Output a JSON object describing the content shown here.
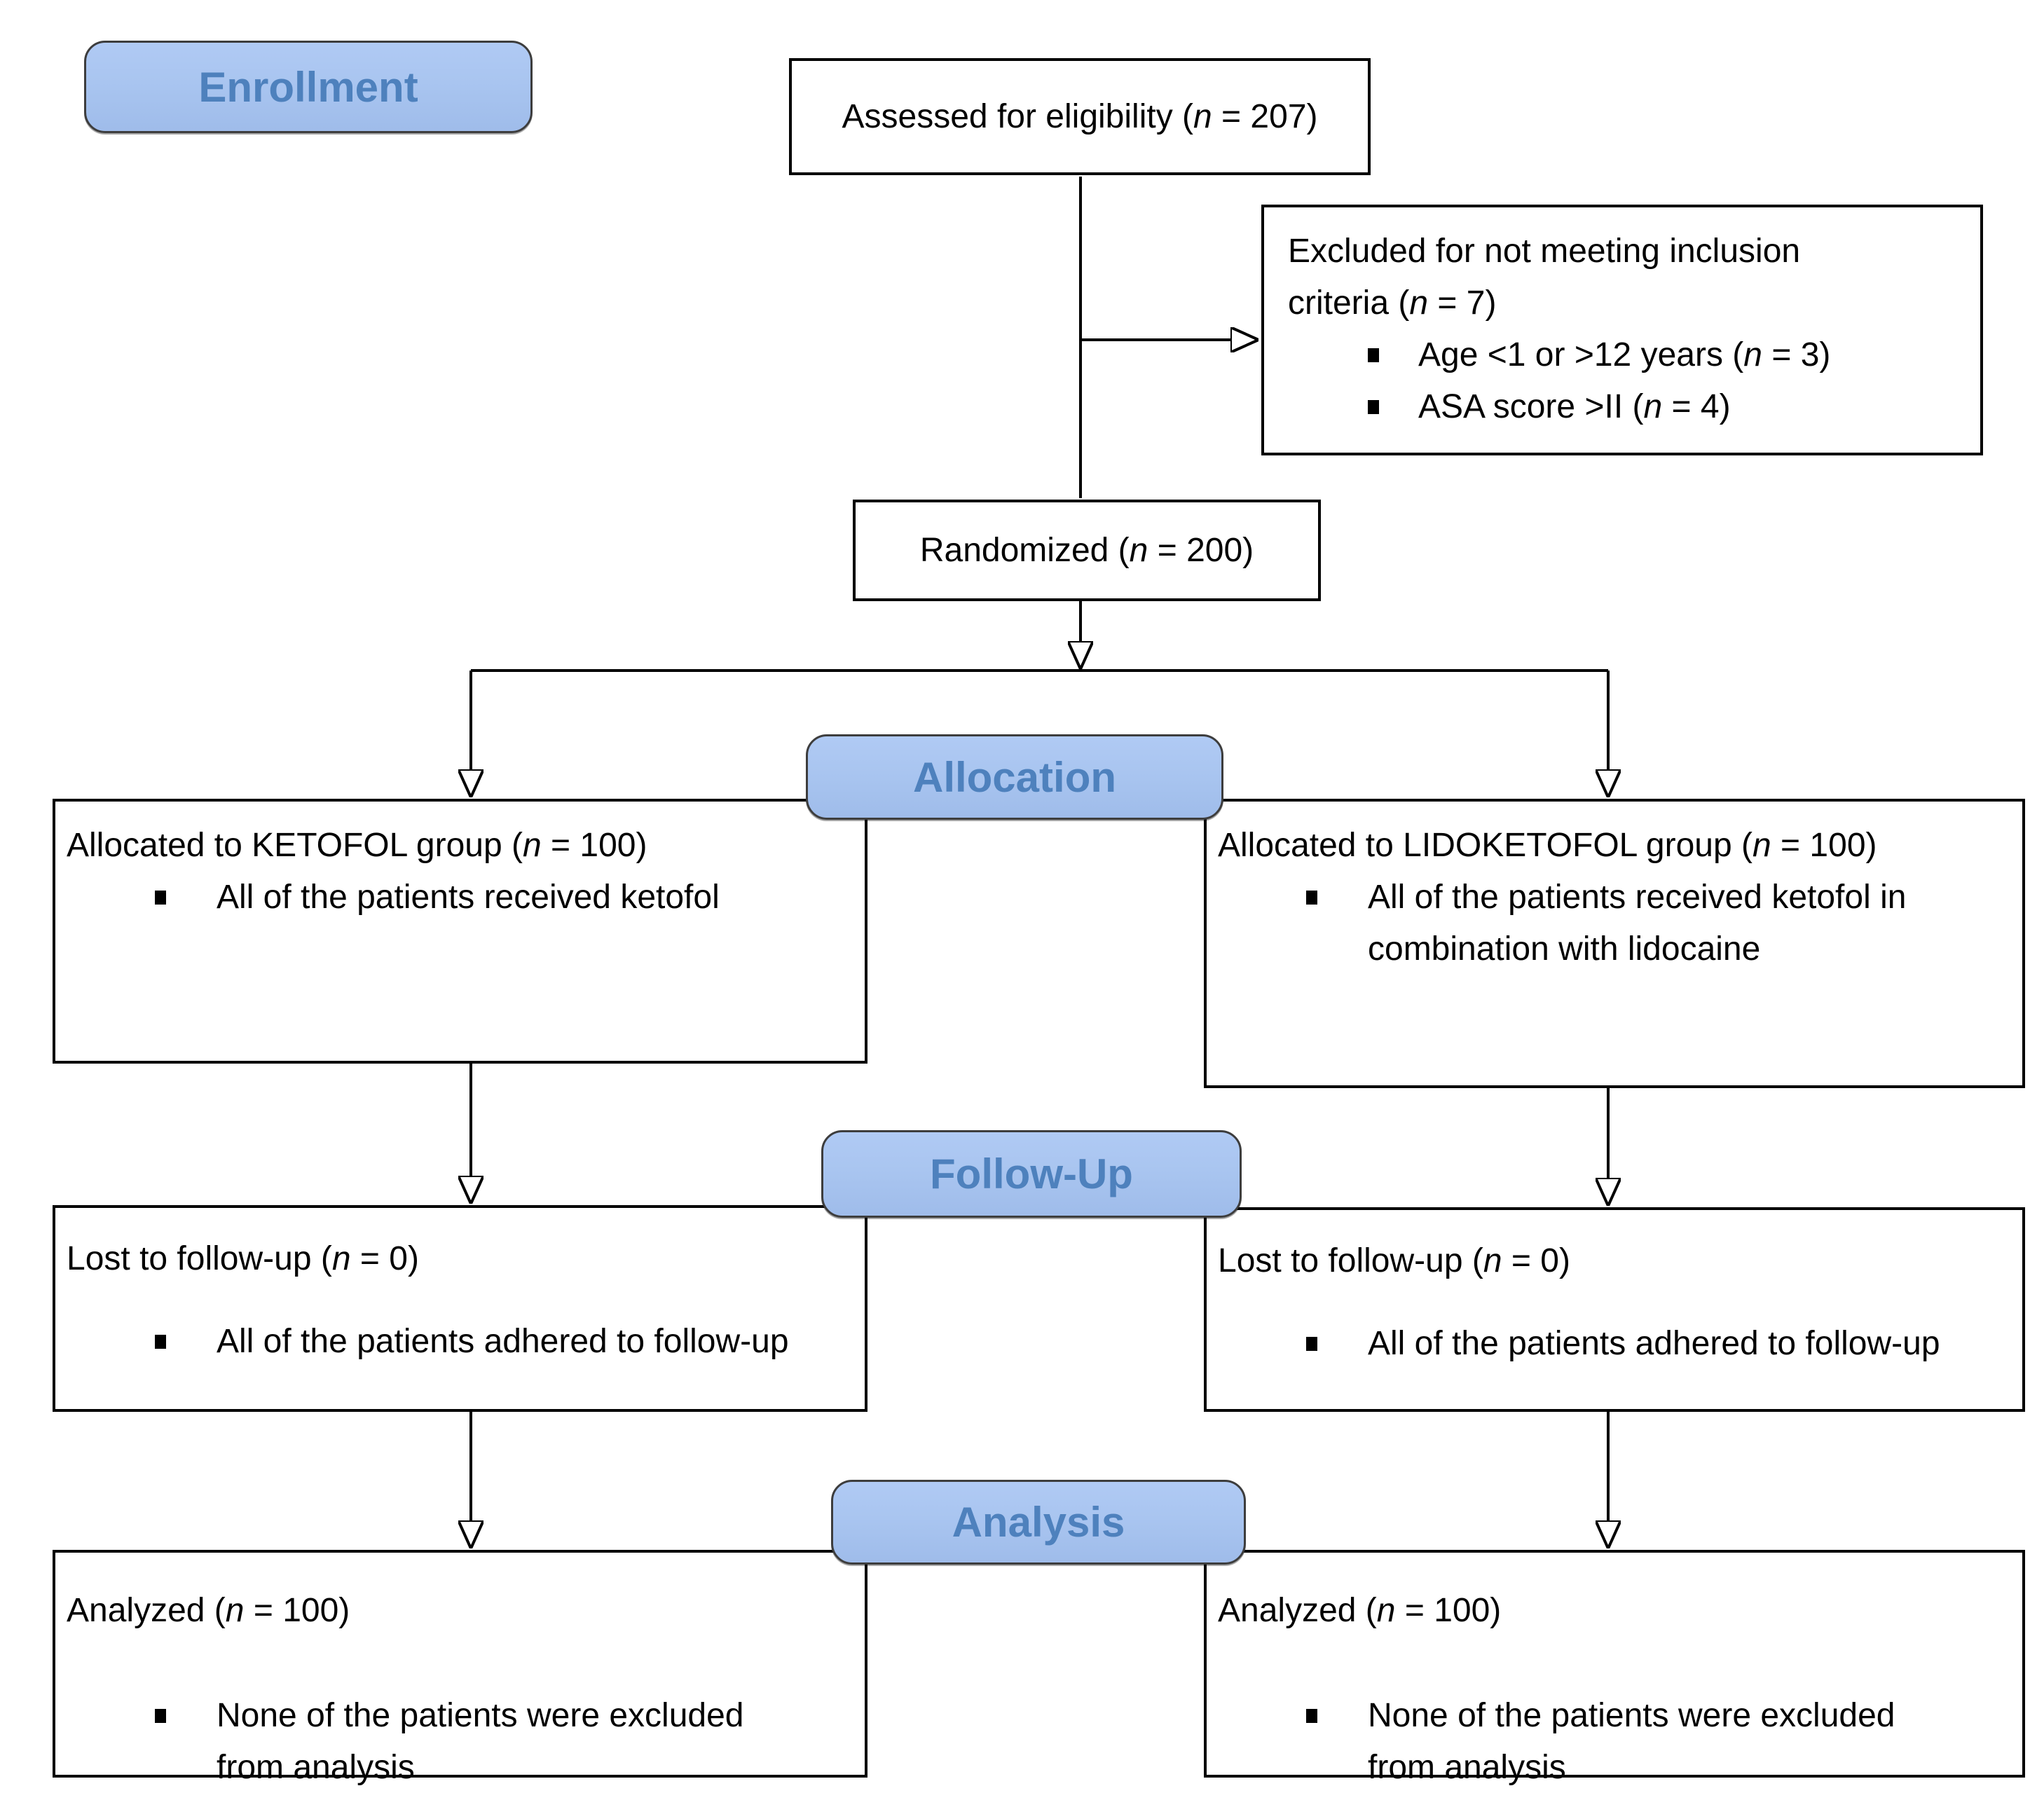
{
  "colors": {
    "banner_fill": "#a9c5f0",
    "banner_border": "#3d3d3d",
    "banner_text": "#4e81bd",
    "box_border": "#000000",
    "text": "#000000",
    "background": "#ffffff"
  },
  "banners": {
    "enrollment": "Enrollment",
    "allocation": "Allocation",
    "followup": "Follow-Up",
    "analysis": "Analysis"
  },
  "boxes": {
    "assessed": {
      "pre": "Assessed for eligibility (",
      "n": "n",
      "post": " = 207)"
    },
    "excluded": {
      "title": {
        "pre": "Excluded for not meeting inclusion criteria (",
        "n": "n",
        "post": " = 7)"
      },
      "bullets": [
        {
          "pre": "Age <1 or >12 years (",
          "n": "n",
          "post": " = 3)"
        },
        {
          "pre": "ASA score >II (",
          "n": "n",
          "post": " = 4)"
        }
      ]
    },
    "randomized": {
      "pre": "Randomized (",
      "n": "n",
      "post": " = 200)"
    },
    "alloc_left": {
      "title": {
        "pre": "Allocated to KETOFOL group (",
        "n": "n",
        "post": " = 100)"
      },
      "bullets": [
        {
          "pre": "All of the patients received ketofol",
          "n": "",
          "post": ""
        }
      ]
    },
    "alloc_right": {
      "title": {
        "pre": "Allocated to LIDOKETOFOL group (",
        "n": "n",
        "post": " = 100)"
      },
      "bullets": [
        {
          "pre": "All of the patients received ketofol in combination with lidocaine",
          "n": "",
          "post": ""
        }
      ]
    },
    "followup_left": {
      "title": {
        "pre": "Lost to follow-up (",
        "n": "n",
        "post": " = 0)"
      },
      "bullets": [
        {
          "pre": "All of the patients adhered to follow-up",
          "n": "",
          "post": ""
        }
      ]
    },
    "followup_right": {
      "title": {
        "pre": "Lost to follow-up (",
        "n": "n",
        "post": " = 0)"
      },
      "bullets": [
        {
          "pre": "All of the patients adhered to follow-up",
          "n": "",
          "post": ""
        }
      ]
    },
    "analysis_left": {
      "title": {
        "pre": "Analyzed (",
        "n": "n",
        "post": " = 100)"
      },
      "bullets": [
        {
          "pre": "None of the patients were excluded from analysis",
          "n": "",
          "post": ""
        }
      ]
    },
    "analysis_right": {
      "title": {
        "pre": "Analyzed (",
        "n": "n",
        "post": " = 100)"
      },
      "bullets": [
        {
          "pre": "None of the patients were excluded from analysis",
          "n": "",
          "post": ""
        }
      ]
    }
  }
}
